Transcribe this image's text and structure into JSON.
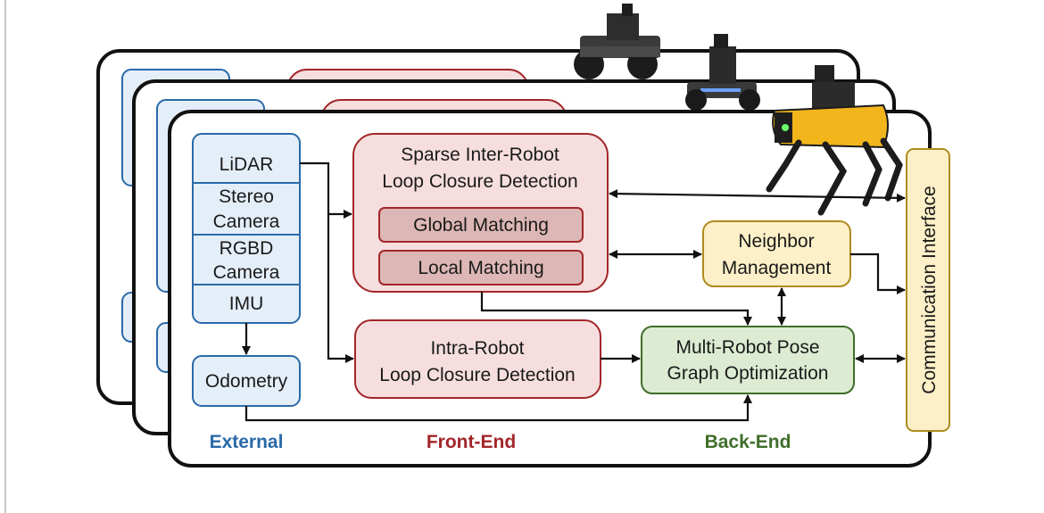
{
  "external": {
    "sensors": [
      {
        "lines": [
          "LiDAR"
        ]
      },
      {
        "lines": [
          "Stereo",
          "Camera"
        ]
      },
      {
        "lines": [
          "RGBD",
          "Camera"
        ]
      },
      {
        "lines": [
          "IMU"
        ]
      }
    ],
    "odometry": "Odometry"
  },
  "frontend": {
    "sparse_title": [
      "Sparse Inter-Robot",
      "Loop Closure Detection"
    ],
    "global_matching": "Global Matching",
    "local_matching": "Local Matching",
    "intra_title": [
      "Intra-Robot",
      "Loop Closure Detection"
    ]
  },
  "backend": {
    "neighbor": [
      "Neighbor",
      "Management"
    ],
    "pgo": [
      "Multi-Robot Pose",
      "Graph Optimization"
    ]
  },
  "comm_interface": "Communication Interface",
  "sections": {
    "external": "External",
    "frontend": "Front-End",
    "backend": "Back-End"
  },
  "colors": {
    "external": "#2a6aa8",
    "frontend": "#a3262a",
    "backend": "#3f6e2a",
    "comm": "#b08a1e"
  }
}
